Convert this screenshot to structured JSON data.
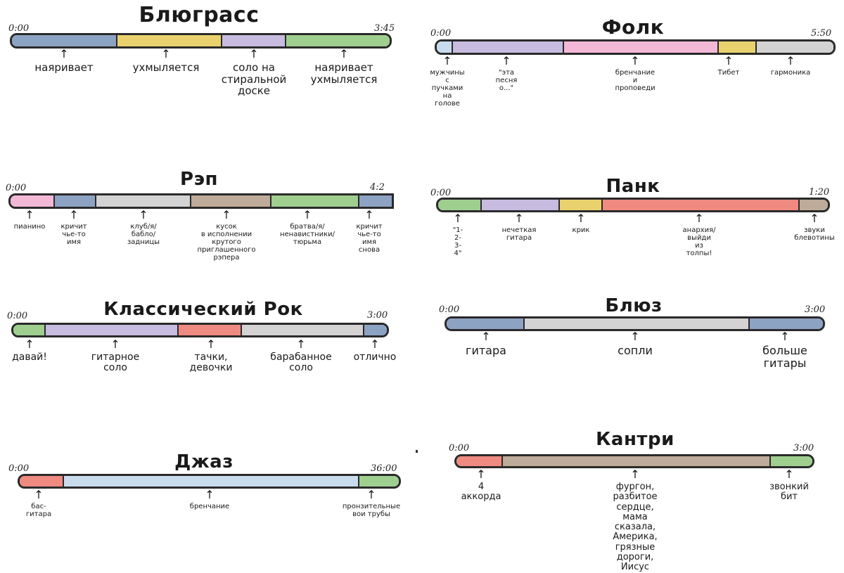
{
  "charts": [
    {
      "id": "bluegrass",
      "title": "Блюграсс",
      "start": "0:00",
      "end": "3:45",
      "segments": [
        {
          "color": "#8da3c4",
          "w": 1.5
        },
        {
          "color": "#e9d26e",
          "w": 1.5
        },
        {
          "color": "#c7bbe0",
          "w": 0.9
        },
        {
          "color": "#9fcf8f",
          "w": 1.5
        }
      ],
      "labels": [
        "наяривает",
        "ухмыляется",
        "соло на\nстиральной\nдоске",
        "наяривает\nухмыляется"
      ]
    },
    {
      "id": "folk",
      "title": "Фолк",
      "start": "0:00",
      "end": "5:50",
      "segments": [
        {
          "color": "#c9dced",
          "w": 0.2
        },
        {
          "color": "#c7bbe0",
          "w": 1.5
        },
        {
          "color": "#f3b8d6",
          "w": 2.1
        },
        {
          "color": "#e9d26e",
          "w": 0.5
        },
        {
          "color": "#d3d3d3",
          "w": 1.05
        }
      ],
      "labels": [
        "мужчины\nс пучками\nна голове",
        "\"эта песня о...\"",
        "бренчание\nи проповеди",
        "Тибет",
        "гармоника"
      ]
    },
    {
      "id": "rap",
      "title": "Рэп",
      "start": "0:00",
      "end": "4:2",
      "segments": [
        {
          "color": "#f3b8d6",
          "w": 0.6
        },
        {
          "color": "#8da3c4",
          "w": 0.55
        },
        {
          "color": "#d3d3d3",
          "w": 1.3
        },
        {
          "color": "#bfab99",
          "w": 1.1
        },
        {
          "color": "#9fcf8f",
          "w": 1.2
        },
        {
          "color": "#8da3c4",
          "w": 0.45
        }
      ],
      "labels": [
        "пианино",
        "кричит\nчье-то\nимя",
        "клуб/я/бабло/\nзадницы",
        "кусок\nв исполнении\nкрутого\nприглашенного\nрэпера",
        "братва/я/\nненавистники/\nтюрьма",
        "кричит\nчье-то\nимя\nснова"
      ]
    },
    {
      "id": "punk",
      "title": "Панк",
      "start": "0:00",
      "end": "1:20",
      "segments": [
        {
          "color": "#9fcf8f",
          "w": 0.6
        },
        {
          "color": "#c7bbe0",
          "w": 1.1
        },
        {
          "color": "#e9d26e",
          "w": 0.6
        },
        {
          "color": "#ef8a80",
          "w": 2.8
        },
        {
          "color": "#bfab99",
          "w": 0.4
        }
      ],
      "labels": [
        "\"1-2-3-4\"",
        "нечеткая\nгитара",
        "крик",
        "анархия/\nвыйди из толпы!",
        "звуки\nблевотины"
      ]
    },
    {
      "id": "classic_rock",
      "title": "Классический Рок",
      "start": "0:00",
      "end": "3:00",
      "segments": [
        {
          "color": "#9fcf8f",
          "w": 0.45
        },
        {
          "color": "#c7bbe0",
          "w": 1.9
        },
        {
          "color": "#ef8a80",
          "w": 0.9
        },
        {
          "color": "#d3d3d3",
          "w": 1.75
        },
        {
          "color": "#8da3c4",
          "w": 0.33
        }
      ],
      "labels": [
        "давай!",
        "гитарное\nсоло",
        "тачки,\nдевочки",
        "барабанное\nсоло",
        "отлично"
      ]
    },
    {
      "id": "blues",
      "title": "Блюз",
      "start": "0:00",
      "end": "3:00",
      "segments": [
        {
          "color": "#8da3c4",
          "w": 1.1
        },
        {
          "color": "#d3d3d3",
          "w": 3.2
        },
        {
          "color": "#8da3c4",
          "w": 1.05
        }
      ],
      "labels": [
        "гитара",
        "сопли",
        "больше\nгитары"
      ]
    },
    {
      "id": "jazz",
      "title": "Джаз",
      "start": "0:00",
      "end": "36:00",
      "segments": [
        {
          "color": "#ef8a80",
          "w": 0.6
        },
        {
          "color": "#c9dced",
          "w": 4.1
        },
        {
          "color": "#9fcf8f",
          "w": 0.55
        }
      ],
      "labels": [
        "бас-гитара",
        "бренчание",
        "пронзительные\nвои трубы"
      ]
    },
    {
      "id": "country",
      "title": "Кантри",
      "start": "0:00",
      "end": "3:00",
      "segments": [
        {
          "color": "#ef8a80",
          "w": 0.6
        },
        {
          "color": "#bfab99",
          "w": 3.55
        },
        {
          "color": "#9fcf8f",
          "w": 0.55
        }
      ],
      "labels": [
        "4 аккорда",
        "фургон, разбитое сердце,\nмама сказала, Америка,\nгрязные дороги, Иисус",
        "звонкий\nбит"
      ]
    }
  ]
}
